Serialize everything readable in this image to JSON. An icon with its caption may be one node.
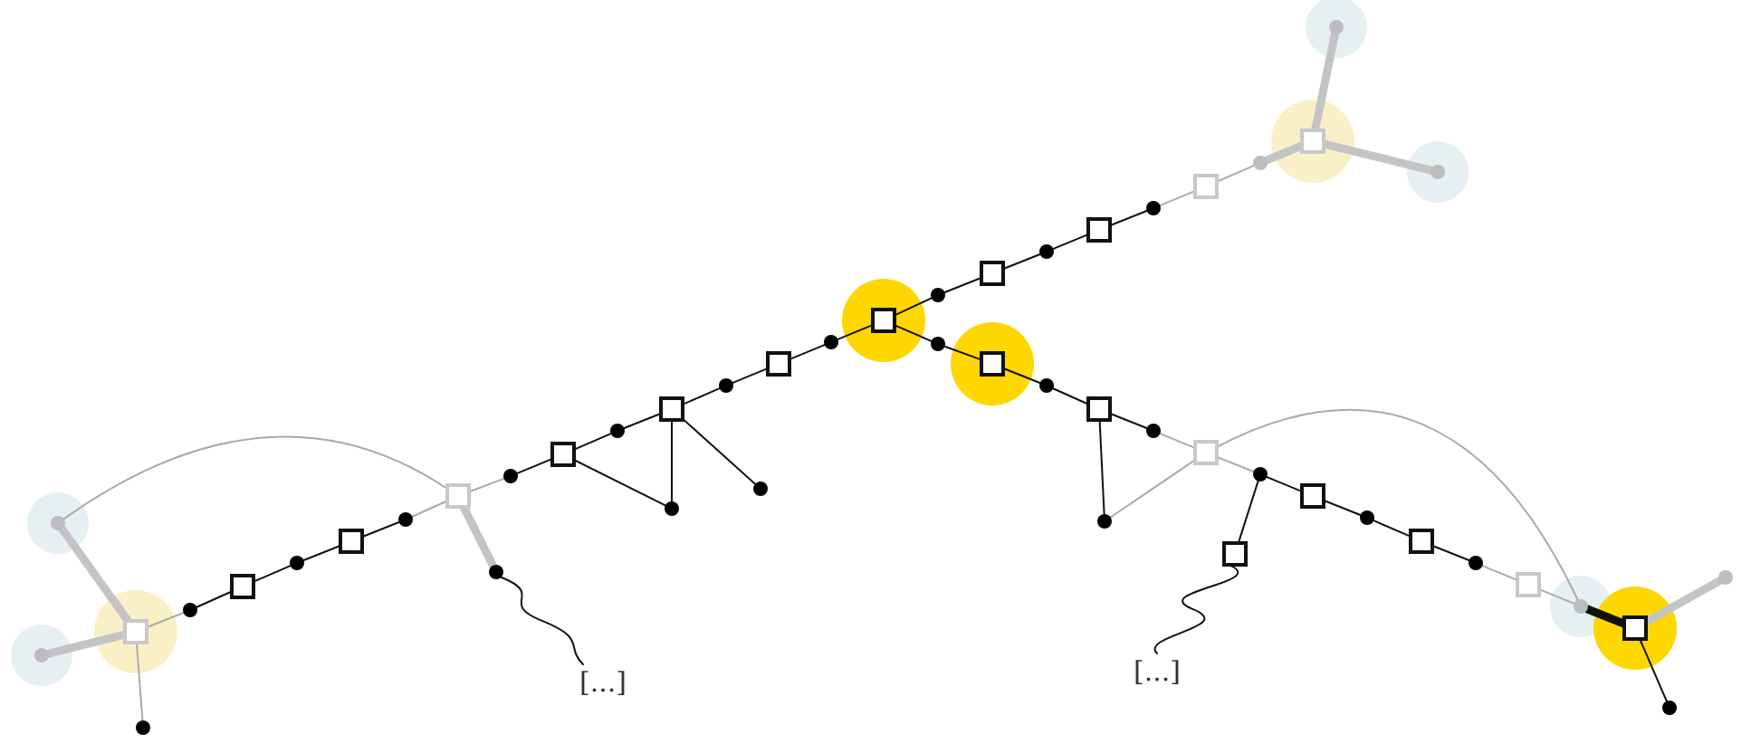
{
  "diagram": {
    "nodes": [
      {
        "text": [],
        "shape": "box"
      },
      {
        "text": [],
        "shape": "circle"
      },
      {
        "text": [],
        "shape": "circle"
      },
      {
        "text": [],
        "shape": "circle"
      },
      {
        "text": [],
        "shape": "circle"
      },
      {
        "text": [],
        "shape": "box"
      },
      {
        "text": [],
        "shape": "circle"
      },
      {
        "text": [],
        "shape": "box"
      },
      {
        "text": [],
        "shape": "circle"
      },
      {
        "text": [],
        "shape": "box"
      },
      {
        "text": [],
        "shape": "circle"
      },
      {
        "text": [
          "[...]"
        ]
      },
      {
        "text": [],
        "shape": "circle"
      },
      {
        "text": [],
        "shape": "box"
      },
      {
        "text": [],
        "shape": "circle"
      },
      {
        "text": [],
        "shape": "box"
      },
      {
        "text": [],
        "shape": "circle"
      },
      {
        "text": [],
        "shape": "circle"
      },
      {
        "text": [],
        "shape": "circle"
      },
      {
        "text": [],
        "shape": "box"
      },
      {
        "text": [],
        "shape": "circle"
      },
      {
        "text": [],
        "shape": "box"
      },
      {
        "text": [],
        "shape": "circle"
      },
      {
        "text": [],
        "shape": "box"
      },
      {
        "text": [],
        "shape": "circle"
      },
      {
        "text": [],
        "shape": "box"
      },
      {
        "text": [],
        "shape": "circle"
      },
      {
        "text": [],
        "shape": "box"
      },
      {
        "text": [],
        "shape": "circle"
      },
      {
        "text": [],
        "shape": "box"
      },
      {
        "text": [],
        "shape": "circle"
      },
      {
        "text": [],
        "shape": "circle"
      },
      {
        "text": [],
        "shape": "circle"
      },
      {
        "text": [],
        "shape": "box"
      },
      {
        "text": [],
        "shape": "circle"
      },
      {
        "text": [],
        "shape": "box"
      },
      {
        "text": [],
        "shape": "circle"
      },
      {
        "text": [],
        "shape": "circle"
      },
      {
        "text": [],
        "shape": "box"
      },
      {
        "text": [],
        "shape": "circle"
      },
      {
        "text": [],
        "shape": "box"
      },
      {
        "text": [
          "[...]"
        ]
      },
      {
        "text": [],
        "shape": "box"
      },
      {
        "text": [],
        "shape": "circle"
      },
      {
        "text": [],
        "shape": "box"
      },
      {
        "text": [],
        "shape": "circle"
      },
      {
        "text": [],
        "shape": "box"
      },
      {
        "text": [],
        "shape": "circle"
      },
      {
        "text": [],
        "shape": "box"
      },
      {
        "text": [],
        "shape": "circle"
      },
      {
        "text": [],
        "shape": "circle"
      }
    ],
    "edges": [
      {
        "from": 0,
        "to": 1,
        "arrow": "none",
        "style": "thick",
        "color": "#c4c4c4"
      },
      {
        "from": 0,
        "to": 2,
        "arrow": "none",
        "style": "thick",
        "color": "#c4c4c4"
      },
      {
        "from": 0,
        "to": 3,
        "arrow": "none",
        "color": "#aaaaaa"
      },
      {
        "from": 0,
        "to": 4,
        "arrow": "none",
        "color": "#aaaaaa"
      },
      {
        "from": 4,
        "to": 5,
        "arrow": "none"
      },
      {
        "from": 5,
        "to": 6,
        "arrow": "none"
      },
      {
        "from": 6,
        "to": 7,
        "arrow": "none"
      },
      {
        "from": 7,
        "to": 8,
        "arrow": "none"
      },
      {
        "from": 8,
        "to": 9,
        "arrow": "none",
        "color": "#aaaaaa"
      },
      {
        "from": 9,
        "to": 10,
        "arrow": "none",
        "style": "thick",
        "color": "#c4c4c4"
      },
      {
        "from": 10,
        "to": 11,
        "arrow": "none"
      },
      {
        "from": 9,
        "to": 12,
        "arrow": "none",
        "color": "#aaaaaa"
      },
      {
        "from": 12,
        "to": 13,
        "arrow": "none"
      },
      {
        "from": 13,
        "to": 14,
        "arrow": "none"
      },
      {
        "from": 14,
        "to": 15,
        "arrow": "none"
      },
      {
        "from": 13,
        "to": 16,
        "arrow": "none"
      },
      {
        "from": 15,
        "to": 16,
        "arrow": "none"
      },
      {
        "from": 15,
        "to": 17,
        "arrow": "none"
      },
      {
        "from": 15,
        "to": 18,
        "arrow": "none"
      },
      {
        "from": 18,
        "to": 19,
        "arrow": "none"
      },
      {
        "from": 19,
        "to": 20,
        "arrow": "none"
      },
      {
        "from": 20,
        "to": 21,
        "arrow": "none"
      },
      {
        "from": 21,
        "to": 22,
        "arrow": "none"
      },
      {
        "from": 22,
        "to": 23,
        "arrow": "none"
      },
      {
        "from": 23,
        "to": 24,
        "arrow": "none"
      },
      {
        "from": 24,
        "to": 25,
        "arrow": "none"
      },
      {
        "from": 25,
        "to": 26,
        "arrow": "none"
      },
      {
        "from": 26,
        "to": 27,
        "arrow": "none",
        "color": "#aaaaaa"
      },
      {
        "from": 27,
        "to": 28,
        "arrow": "none",
        "color": "#aaaaaa"
      },
      {
        "from": 28,
        "to": 29,
        "arrow": "none",
        "style": "thick",
        "color": "#c4c4c4"
      },
      {
        "from": 29,
        "to": 30,
        "arrow": "none",
        "style": "thick",
        "color": "#c4c4c4"
      },
      {
        "from": 29,
        "to": 31,
        "arrow": "none",
        "style": "thick",
        "color": "#c4c4c4"
      },
      {
        "from": 21,
        "to": 32,
        "arrow": "none"
      },
      {
        "from": 32,
        "to": 33,
        "arrow": "none"
      },
      {
        "from": 33,
        "to": 34,
        "arrow": "none"
      },
      {
        "from": 34,
        "to": 35,
        "arrow": "none"
      },
      {
        "from": 35,
        "to": 36,
        "arrow": "none"
      },
      {
        "from": 35,
        "to": 37,
        "arrow": "none"
      },
      {
        "from": 36,
        "to": 38,
        "arrow": "none",
        "color": "#aaaaaa"
      },
      {
        "from": 37,
        "to": 38,
        "arrow": "none",
        "color": "#aaaaaa"
      },
      {
        "from": 38,
        "to": 39,
        "arrow": "none",
        "color": "#aaaaaa"
      },
      {
        "from": 39,
        "to": 40,
        "arrow": "none"
      },
      {
        "from": 40,
        "to": 41,
        "arrow": "none"
      },
      {
        "from": 39,
        "to": 42,
        "arrow": "none"
      },
      {
        "from": 42,
        "to": 43,
        "arrow": "none"
      },
      {
        "from": 43,
        "to": 44,
        "arrow": "none"
      },
      {
        "from": 44,
        "to": 45,
        "arrow": "none"
      },
      {
        "from": 45,
        "to": 46,
        "arrow": "none",
        "color": "#aaaaaa"
      },
      {
        "from": 46,
        "to": 47,
        "arrow": "none",
        "color": "#aaaaaa"
      },
      {
        "from": 47,
        "to": 48,
        "arrow": "none",
        "style": "thick"
      },
      {
        "from": 48,
        "to": 49,
        "arrow": "none",
        "style": "thick",
        "color": "#c4c4c4"
      },
      {
        "from": 48,
        "to": 50,
        "arrow": "none"
      },
      {
        "from": 1,
        "to": 9,
        "arrow": "none",
        "color": "#aaaaaa"
      },
      {
        "from": 38,
        "to": 47,
        "arrow": "none",
        "color": "#aaaaaa"
      }
    ]
  }
}
